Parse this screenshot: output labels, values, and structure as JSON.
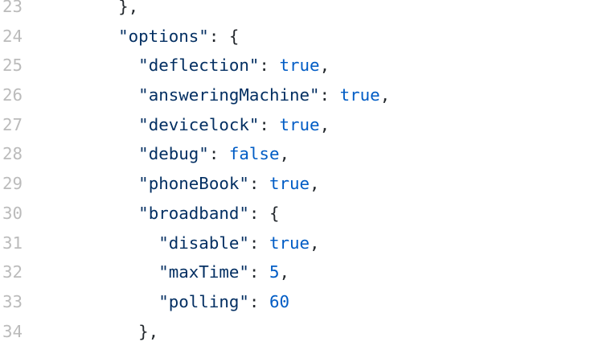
{
  "lines": [
    {
      "num": "23",
      "tokens": [
        {
          "t": "      },",
          "c": "punc"
        }
      ]
    },
    {
      "num": "24",
      "tokens": [
        {
          "t": "      ",
          "c": "punc"
        },
        {
          "t": "\"options\"",
          "c": "key"
        },
        {
          "t": ": {",
          "c": "punc"
        }
      ]
    },
    {
      "num": "25",
      "tokens": [
        {
          "t": "        ",
          "c": "punc"
        },
        {
          "t": "\"deflection\"",
          "c": "key"
        },
        {
          "t": ": ",
          "c": "punc"
        },
        {
          "t": "true",
          "c": "val"
        },
        {
          "t": ",",
          "c": "punc"
        }
      ]
    },
    {
      "num": "26",
      "tokens": [
        {
          "t": "        ",
          "c": "punc"
        },
        {
          "t": "\"answeringMachine\"",
          "c": "key"
        },
        {
          "t": ": ",
          "c": "punc"
        },
        {
          "t": "true",
          "c": "val"
        },
        {
          "t": ",",
          "c": "punc"
        }
      ]
    },
    {
      "num": "27",
      "tokens": [
        {
          "t": "        ",
          "c": "punc"
        },
        {
          "t": "\"devicelock\"",
          "c": "key"
        },
        {
          "t": ": ",
          "c": "punc"
        },
        {
          "t": "true",
          "c": "val"
        },
        {
          "t": ",",
          "c": "punc"
        }
      ]
    },
    {
      "num": "28",
      "tokens": [
        {
          "t": "        ",
          "c": "punc"
        },
        {
          "t": "\"debug\"",
          "c": "key"
        },
        {
          "t": ": ",
          "c": "punc"
        },
        {
          "t": "false",
          "c": "val"
        },
        {
          "t": ",",
          "c": "punc"
        }
      ]
    },
    {
      "num": "29",
      "tokens": [
        {
          "t": "        ",
          "c": "punc"
        },
        {
          "t": "\"phoneBook\"",
          "c": "key"
        },
        {
          "t": ": ",
          "c": "punc"
        },
        {
          "t": "true",
          "c": "val"
        },
        {
          "t": ",",
          "c": "punc"
        }
      ]
    },
    {
      "num": "30",
      "tokens": [
        {
          "t": "        ",
          "c": "punc"
        },
        {
          "t": "\"broadband\"",
          "c": "key"
        },
        {
          "t": ": {",
          "c": "punc"
        }
      ]
    },
    {
      "num": "31",
      "tokens": [
        {
          "t": "          ",
          "c": "punc"
        },
        {
          "t": "\"disable\"",
          "c": "key"
        },
        {
          "t": ": ",
          "c": "punc"
        },
        {
          "t": "true",
          "c": "val"
        },
        {
          "t": ",",
          "c": "punc"
        }
      ]
    },
    {
      "num": "32",
      "tokens": [
        {
          "t": "          ",
          "c": "punc"
        },
        {
          "t": "\"maxTime\"",
          "c": "key"
        },
        {
          "t": ": ",
          "c": "punc"
        },
        {
          "t": "5",
          "c": "val"
        },
        {
          "t": ",",
          "c": "punc"
        }
      ]
    },
    {
      "num": "33",
      "tokens": [
        {
          "t": "          ",
          "c": "punc"
        },
        {
          "t": "\"polling\"",
          "c": "key"
        },
        {
          "t": ": ",
          "c": "punc"
        },
        {
          "t": "60",
          "c": "val"
        }
      ]
    },
    {
      "num": "34",
      "tokens": [
        {
          "t": "        },",
          "c": "punc"
        }
      ]
    }
  ]
}
